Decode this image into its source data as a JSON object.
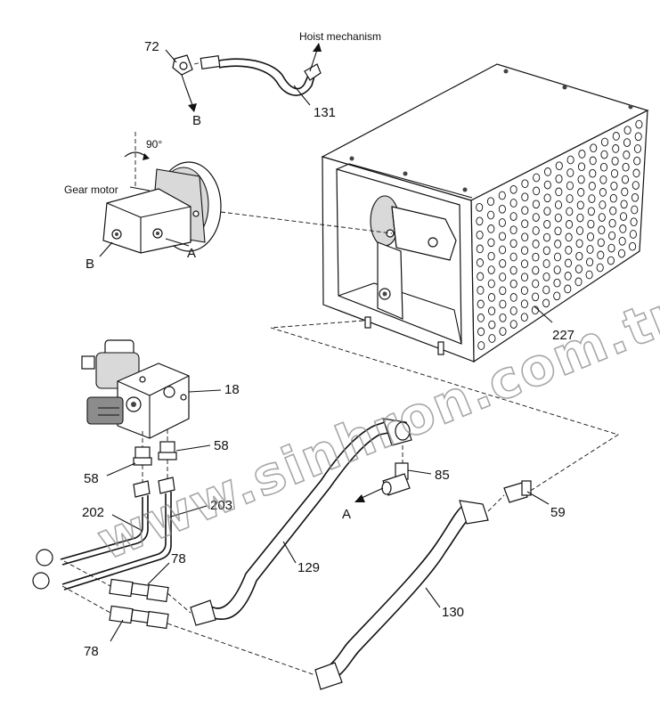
{
  "diagram": {
    "callouts": {
      "hoist": "Hoist mechanism",
      "gear_motor": "Gear motor",
      "angle": "90°",
      "p72": "72",
      "p131": "131",
      "pB_top": "B",
      "pB_motor": "B",
      "pA_motor": "A",
      "p227": "227",
      "p18": "18",
      "p58_right": "58",
      "p58_left": "58",
      "p85": "85",
      "pA_lower": "A",
      "p59": "59",
      "p202": "202",
      "p203": "203",
      "p78_top": "78",
      "p78_bottom": "78",
      "p129": "129",
      "p130": "130"
    },
    "watermark": "www.sinhron.com.tr"
  }
}
